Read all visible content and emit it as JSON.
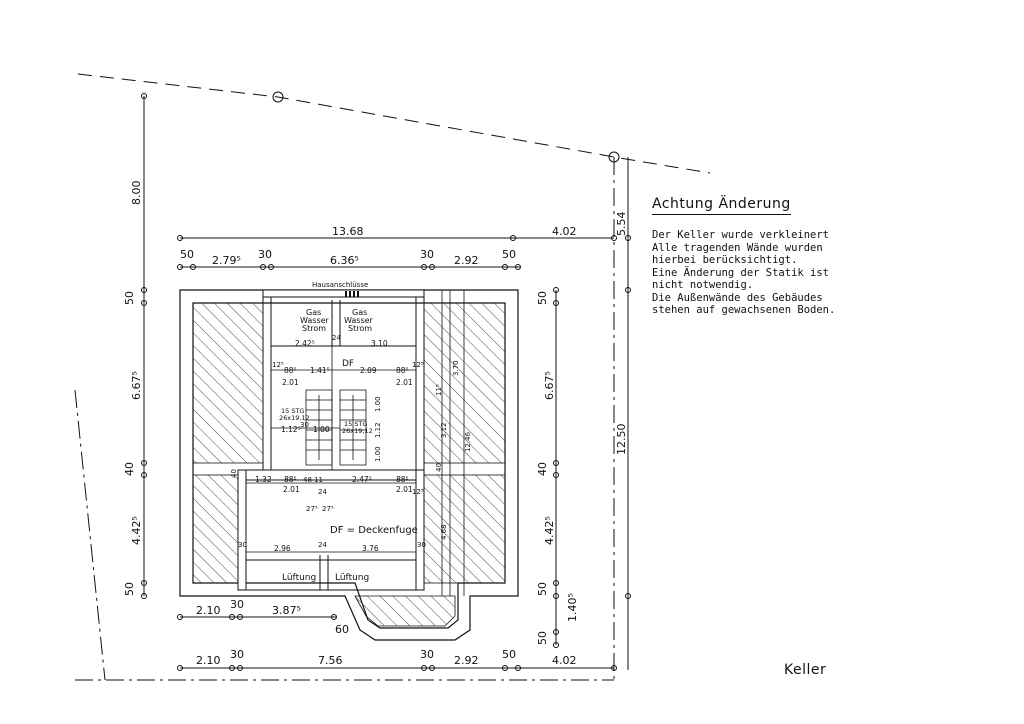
{
  "notice": {
    "title": "Achtung Änderung",
    "lines": [
      "Der Keller wurde verkleinert",
      "Alle tragenden Wände wurden",
      "hierbei berücksichtigt.",
      "Eine Änderung der Statik ist",
      "nicht notwendig.",
      "Die Außenwände des Gebäudes",
      "stehen auf gewachsenen Boden."
    ]
  },
  "sheet_label": "Keller",
  "dims": {
    "top_overall": "13.68",
    "top_right": "4.02",
    "top_w1": "50",
    "top_w2": "2.79⁵",
    "top_w3": "30",
    "top_w4": "6.36⁵",
    "top_w5": "30",
    "top_w6": "2.92",
    "top_w7": "50",
    "left_top": "8.00",
    "left_50a": "50",
    "left_667": "6.67⁵",
    "left_40": "40",
    "left_442": "4.42⁵",
    "left_50b": "50",
    "right_554": "5.54",
    "right_1250": "12.50",
    "right_50a": "50",
    "right_667": "6.67⁵",
    "right_40": "40",
    "right_442": "4.42⁵",
    "right_50b": "50",
    "right_140": "1.40⁵",
    "right_50c": "50",
    "bot1_210": "2.10",
    "bot1_30": "30",
    "bot1_387": "3.87⁵",
    "bot1_60": "60",
    "bot2_210": "2.10",
    "bot2_30a": "30",
    "bot2_756": "7.56",
    "bot2_30b": "30",
    "bot2_292": "2.92",
    "bot2_50": "50",
    "bot2_402": "4.02"
  },
  "rooms": {
    "hausanschluesse": "Hausanschlüsse",
    "util_left": [
      "Gas",
      "Wasser",
      "Strom"
    ],
    "util_right": [
      "Gas",
      "Wasser",
      "Strom"
    ],
    "df": "DF",
    "df_legend": "DF = Deckenfuge",
    "stair_left": [
      "15 STG",
      "26x19,12"
    ],
    "stair_right": [
      "15 STG",
      "26x19,12"
    ],
    "lueftung_left": "Lüftung",
    "lueftung_right": "Lüftung"
  },
  "inner": {
    "d242": "2.42⁵",
    "d310": "3.10",
    "d24a": "24",
    "d12a": "12⁵",
    "d88a": "88⁵",
    "d141": "1.41⁵",
    "d209": "2.09",
    "d88b": "88⁵",
    "d12b": "12⁵",
    "d201a": "2.01",
    "d201b": "2.01",
    "d112": "1.12⁵",
    "d30a": "30",
    "d100a": "1.00",
    "d100b": "1.00",
    "d112b": "1.12",
    "d100c": "1.00",
    "d370": "3.70",
    "d11": "11⁵",
    "d312": "3.12",
    "d1246": "12.46",
    "d468": "4.68",
    "d132": "1.32",
    "d88c": "88⁵",
    "d48": "48",
    "d11b": "11",
    "d247": "2.47⁵",
    "d88d": "88⁵",
    "d12c": "12⁵",
    "d201c": "2.01",
    "d24b": "24",
    "d201d": "2.01",
    "d27a": "27⁵",
    "d27b": "27⁵",
    "d30b": "30",
    "d296": "2.96",
    "d24c": "24",
    "d376": "3.76",
    "d30c": "30",
    "d40a": "40",
    "d40b": "40"
  }
}
